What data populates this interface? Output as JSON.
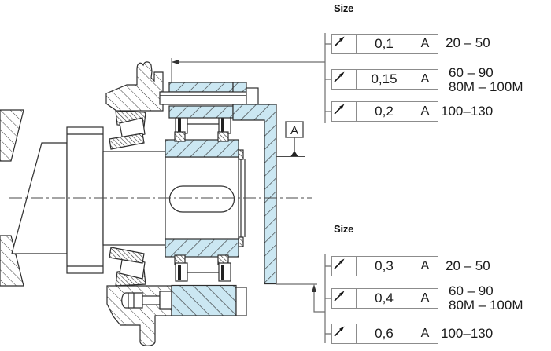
{
  "drawing": {
    "datum_label": "A",
    "symbol_name": "circular-runout-arrow-icon"
  },
  "colors": {
    "highlight_blue": "#cbe7f2",
    "outline": "#2e2e2e",
    "frame_border": "#8c8c8c",
    "leader_gray": "#6e6e6e"
  },
  "tables": {
    "top": {
      "size_label": "Size",
      "rows": [
        {
          "symbol": "circular-runout",
          "value": "0,1",
          "datum": "A",
          "size_range": "20 – 50"
        },
        {
          "symbol": "circular-runout",
          "value": "0,15",
          "datum": "A",
          "size_range": "60 – 90\n80M – 100M"
        },
        {
          "symbol": "circular-runout",
          "value": "0,2",
          "datum": "A",
          "size_range": "100–130"
        }
      ]
    },
    "bottom": {
      "size_label": "Size",
      "rows": [
        {
          "symbol": "circular-runout",
          "value": "0,3",
          "datum": "A",
          "size_range": "20 – 50"
        },
        {
          "symbol": "circular-runout",
          "value": "0,4",
          "datum": "A",
          "size_range": "60 – 90\n80M – 100M"
        },
        {
          "symbol": "circular-runout",
          "value": "0,6",
          "datum": "A",
          "size_range": "100–130"
        }
      ]
    }
  }
}
